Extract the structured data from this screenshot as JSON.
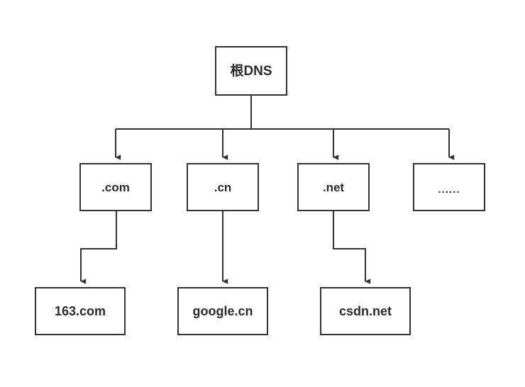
{
  "diagram": {
    "title": "DNS hierarchy tree",
    "stroke_color": "#333333",
    "text_color": "#2b2b2b",
    "background_color": "#ffffff",
    "root": {
      "id": "root",
      "label": "根DNS"
    },
    "tlds": [
      {
        "id": "com",
        "label": ".com"
      },
      {
        "id": "cn",
        "label": ".cn"
      },
      {
        "id": "net",
        "label": ".net"
      },
      {
        "id": "more",
        "label": "......"
      }
    ],
    "domains": [
      {
        "id": "163com",
        "label": "163.com",
        "parent": "com"
      },
      {
        "id": "googlecn",
        "label": "google.cn",
        "parent": "cn"
      },
      {
        "id": "csdnnet",
        "label": "csdn.net",
        "parent": "net"
      }
    ]
  }
}
